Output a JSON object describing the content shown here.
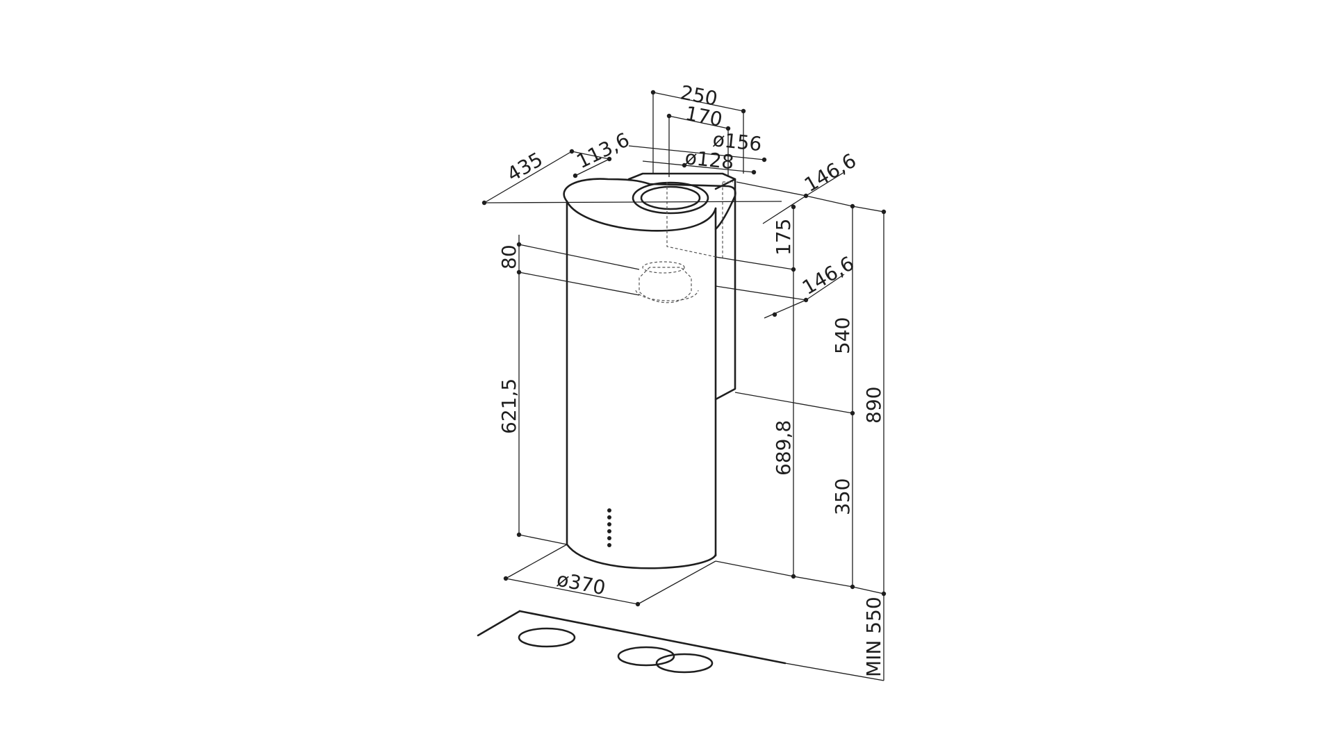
{
  "dimensions": {
    "top_width": "250",
    "top_inner_width": "170",
    "outlet_outer_diameter": "ø156",
    "outlet_inner_diameter": "ø128",
    "depth": "435",
    "outlet_offset": "113,6",
    "top_side_offset": "146,6",
    "top_bracket_height": "175",
    "mid_gap": "80",
    "mid_side_offset": "146,6",
    "body_height": "621,5",
    "total_side_height": "689,8",
    "upper_height": "540",
    "lower_height": "350",
    "total_height": "890",
    "body_diameter": "ø370",
    "min_clearance": "MIN 550"
  },
  "colors": {
    "line": "#1e1e1e",
    "background": "#ffffff"
  }
}
